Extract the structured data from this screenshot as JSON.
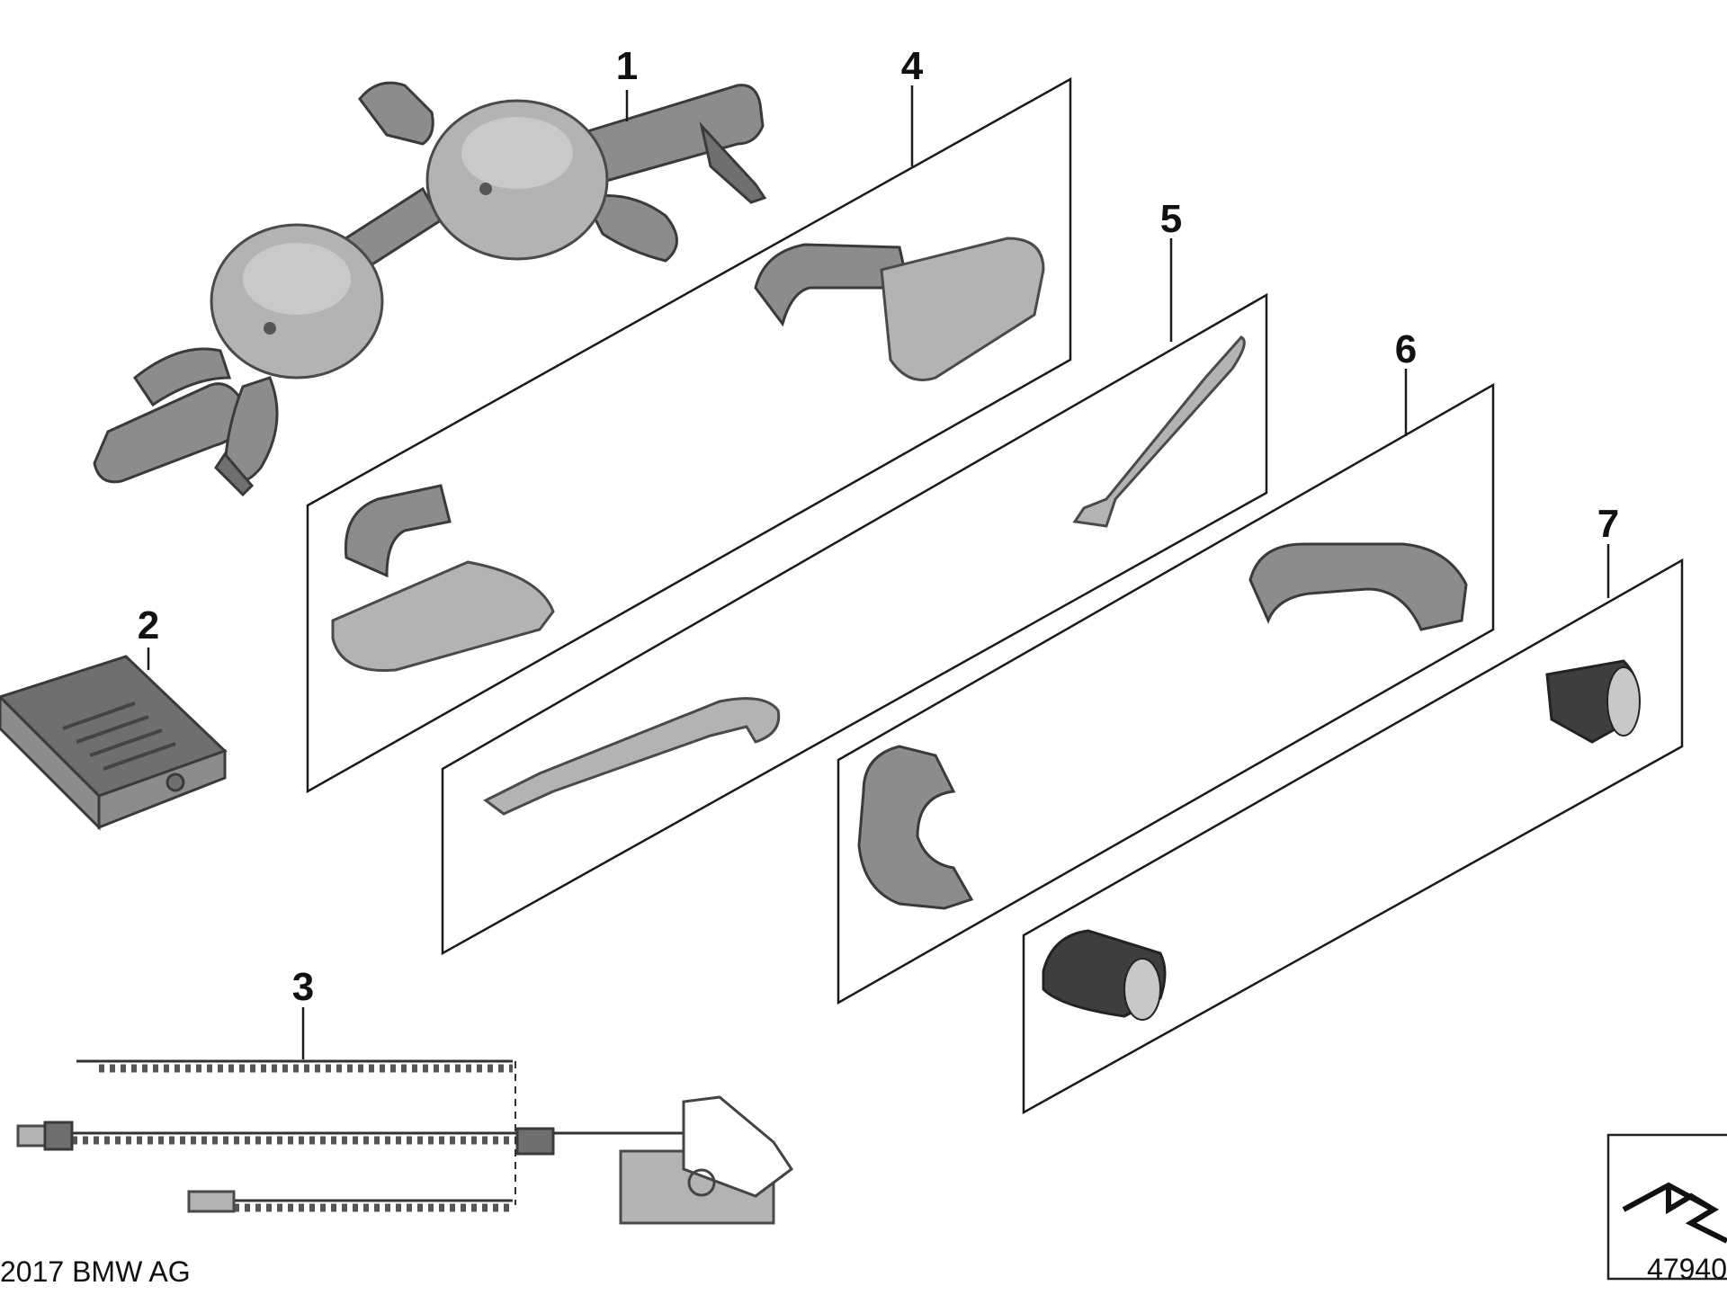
{
  "callouts": [
    "1",
    "2",
    "3",
    "4",
    "5",
    "6",
    "7"
  ],
  "footer": {
    "copyright": "2017 BMW AG",
    "diagram_number": "47940"
  },
  "icons": {
    "orientation": "orientation-arrow-icon"
  }
}
